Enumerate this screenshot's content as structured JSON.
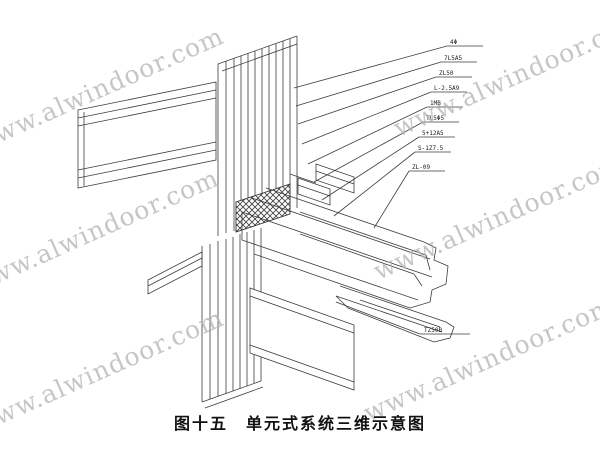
{
  "watermark": {
    "text": "www.alwindoor.com",
    "color": "#b3b3b3"
  },
  "caption": "图十五　单元式系统三维示意图",
  "callouts": {
    "right": [
      "4Φ",
      "7L5A5",
      "ZL50",
      "L-2.5A9",
      "1MB",
      "TL5Φ5",
      "5+12A5",
      "S-1Z7.5",
      "ZL-09"
    ],
    "bottom": "TZ50B"
  },
  "colors": {
    "line": "#3c3c3c",
    "background": "#ffffff"
  }
}
